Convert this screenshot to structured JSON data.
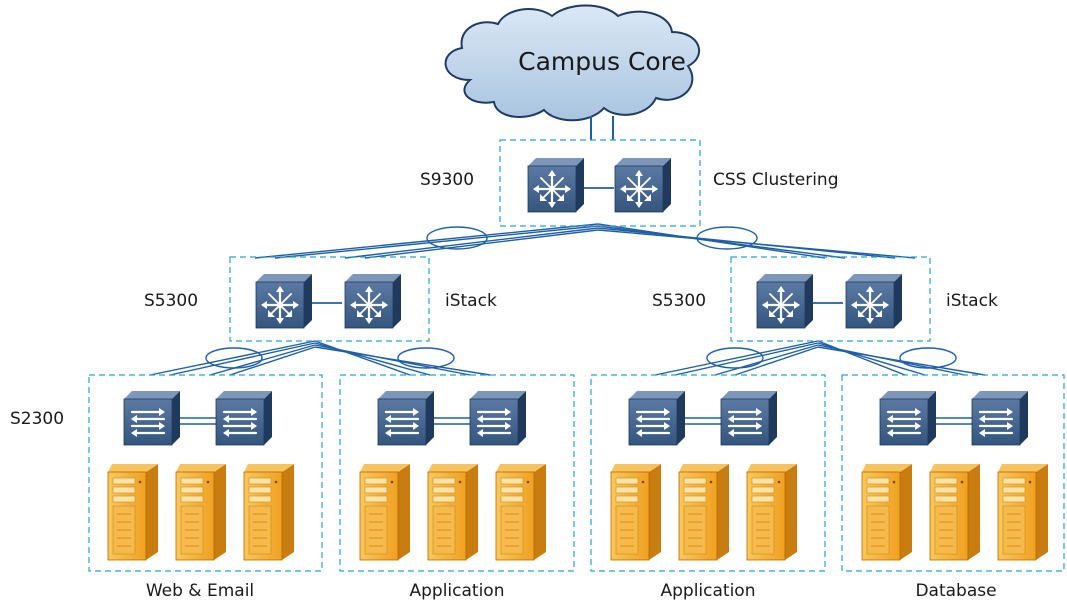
{
  "cloud": {
    "label": "Campus Core"
  },
  "core": {
    "model": "S9300",
    "mode": "CSS Clustering"
  },
  "aggregation": [
    {
      "model": "S5300",
      "mode": "iStack"
    },
    {
      "model": "S5300",
      "mode": "iStack"
    }
  ],
  "access": {
    "model": "S2300"
  },
  "zones": [
    {
      "label": "Web & Email"
    },
    {
      "label": "Application"
    },
    {
      "label": "Application"
    },
    {
      "label": "Database"
    }
  ],
  "colors": {
    "cloud_fill": "#bcd3ea",
    "cloud_stroke": "#1f3a64",
    "link": "#1f5fa8",
    "dashed_box": "#2aa3d1",
    "switch_front": "#3d5d86",
    "server_body": "#f0a52a"
  }
}
